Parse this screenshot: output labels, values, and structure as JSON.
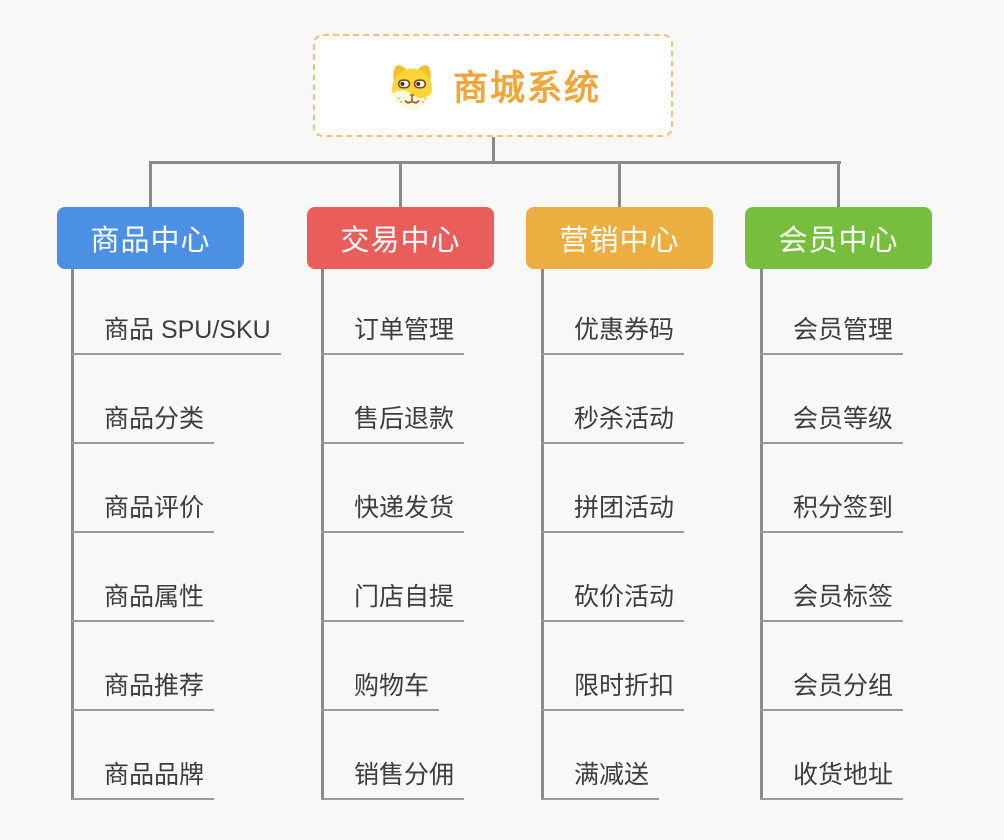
{
  "root": {
    "title": "商城系统",
    "icon": "shiba-dog-icon"
  },
  "branches": [
    {
      "label": "商品中心",
      "color": "#4b90e2",
      "children": [
        "商品 SPU/SKU",
        "商品分类",
        "商品评价",
        "商品属性",
        "商品推荐",
        "商品品牌"
      ]
    },
    {
      "label": "交易中心",
      "color": "#e95e5b",
      "children": [
        "订单管理",
        "售后退款",
        "快递发货",
        "门店自提",
        "购物车",
        "销售分佣"
      ]
    },
    {
      "label": "营销中心",
      "color": "#ecae41",
      "children": [
        "优惠券码",
        "秒杀活动",
        "拼团活动",
        "砍价活动",
        "限时折扣",
        "满减送"
      ]
    },
    {
      "label": "会员中心",
      "color": "#77be3f",
      "children": [
        "会员管理",
        "会员等级",
        "积分签到",
        "会员标签",
        "会员分组",
        "收货地址"
      ]
    }
  ],
  "colors": {
    "background": "#f8f8f8",
    "connector": "#8a8a8a",
    "leaf_underline": "#9a9a9a",
    "leaf_text": "#3d3d3d",
    "root_border": "#f3c173",
    "root_text": "#f0a63c"
  }
}
